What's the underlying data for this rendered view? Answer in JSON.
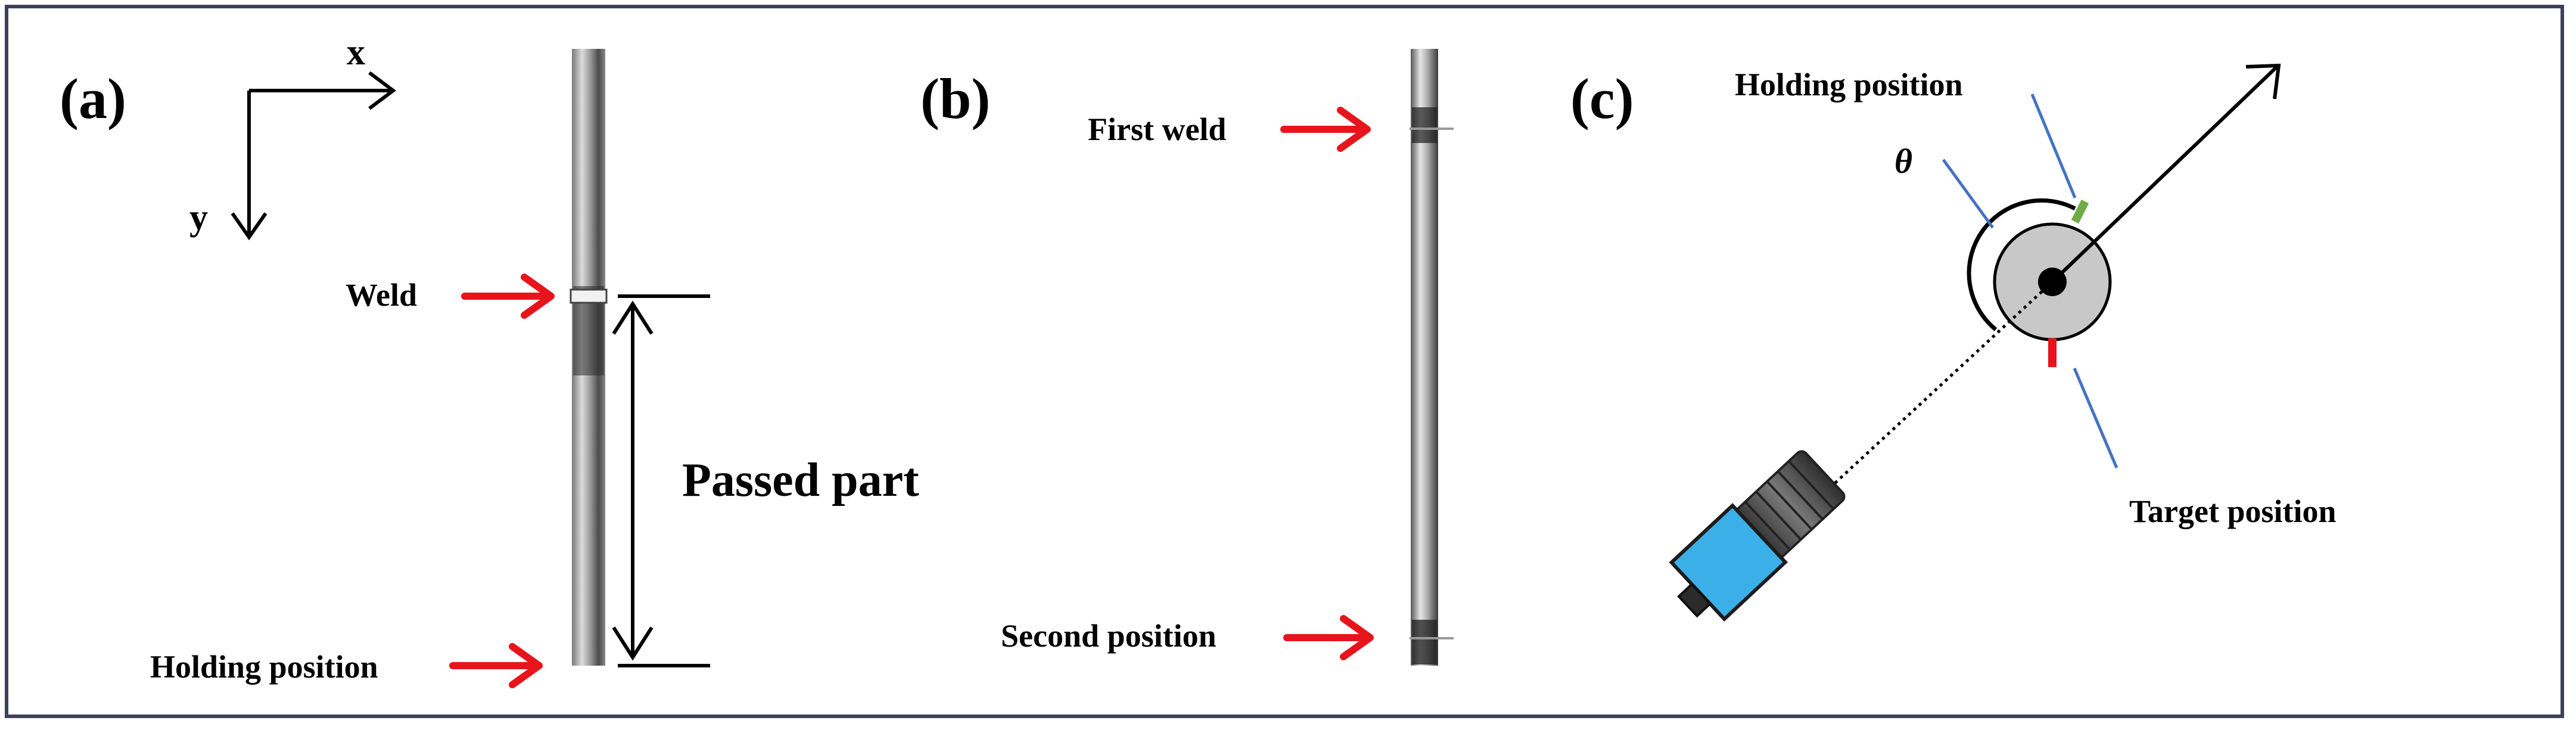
{
  "panels": {
    "a": {
      "label": "(a)",
      "axis_x": "x",
      "axis_y": "y",
      "weld": "Weld",
      "holding": "Holding position",
      "passed": "Passed part"
    },
    "b": {
      "label": "(b)",
      "first": "First weld",
      "second": "Second position"
    },
    "c": {
      "label": "(c)",
      "theta": "θ",
      "holding": "Holding position",
      "target": "Target position"
    }
  },
  "colors": {
    "border": "#3d4159",
    "arrow_red": "#e8141b",
    "leader_blue": "#4472c4",
    "holding_mark": "#70ad47",
    "target_mark": "#e8141b",
    "disk_fill": "#c8c8c8",
    "camera_body": "#3bb0e8",
    "lens": "#555555"
  },
  "icons": {
    "camera": "camera-icon",
    "arrow": "red-arrow-icon"
  }
}
